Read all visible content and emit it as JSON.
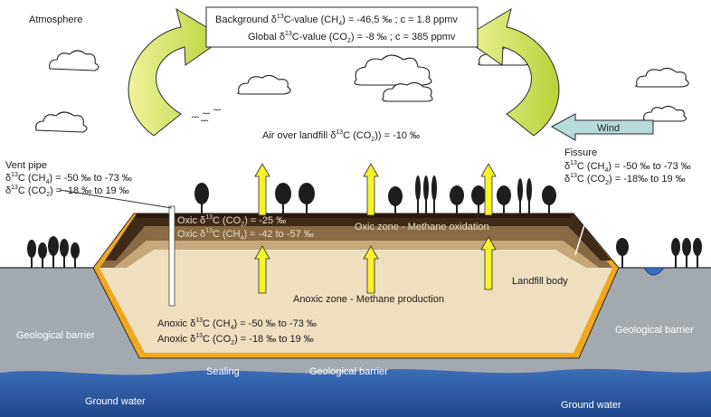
{
  "labels": {
    "atmosphere": "Atmosphere",
    "air_over_landfill_pre": "Air over landfill δ",
    "air_over_landfill_post": "C (CO",
    "air_over_landfill_tail": ")) = -10 ‰",
    "wind": "Wind",
    "vent_pipe": "Vent pipe",
    "fissure": "Fissure",
    "oxic_zone": "Oxic zone - Methane oxidation",
    "anoxic_zone": "Anoxic zone - Methane production",
    "landfill_body": "Landfill body",
    "geological_barrier": "Geological barrier",
    "sealing": "Sealing",
    "ground_water": "Ground water"
  },
  "background_box": {
    "ch4_prefix": "Background δ",
    "ch4_mid": "C-value (CH",
    "ch4_value": ") = -46,5 ‰ ; c =  1.8 ppmv",
    "co2_prefix": "Global δ",
    "co2_mid": "C-value (CO",
    "co2_value": ") = -8  ‰ ;    c = 385 ppmv"
  },
  "vent": {
    "ch4": "C (CH",
    "ch4_val": ") = -50 ‰ to -73 ‰",
    "co2": "C (CO",
    "co2_val": ") = -18 ‰ to 19 ‰"
  },
  "fissure_values": {
    "ch4": "C (CH",
    "ch4_val": ") = -50 ‰ to -73 ‰",
    "co2": "C (CO",
    "co2_val": ") = -18‰ to 19 ‰"
  },
  "oxic": {
    "co2_pre": "Oxic δ",
    "co2": "C (CO",
    "co2_val": ") = -25 ‰",
    "ch4_pre": "Oxic δ",
    "ch4": "C (CH",
    "ch4_val": ") = -42 to -57 ‰"
  },
  "anoxic": {
    "ch4_pre": "Anoxic δ",
    "ch4": "C (CH",
    "ch4_val": ") = -50 ‰ to -73 ‰",
    "co2_pre": "Anoxic δ",
    "co2": "C (CO",
    "co2_val": ") = -18 ‰ to 19 ‰"
  },
  "subs": {
    "thirteen": "13",
    "four": "4",
    "two": "2",
    "delta": "δ"
  },
  "colors": {
    "sky": "#ffffff",
    "ground": "#a3aaaf",
    "water": "#2f5fa8",
    "landfill_top": "#5a3c22",
    "oxic_layer": "#8a6a45",
    "landfill_body": "#eee0bf",
    "sealing": "#f0a81e",
    "arrow_yellow": "#f6f32a",
    "arrow_green": "#d8e86a",
    "wind_arrow": "#b6dcdc"
  }
}
